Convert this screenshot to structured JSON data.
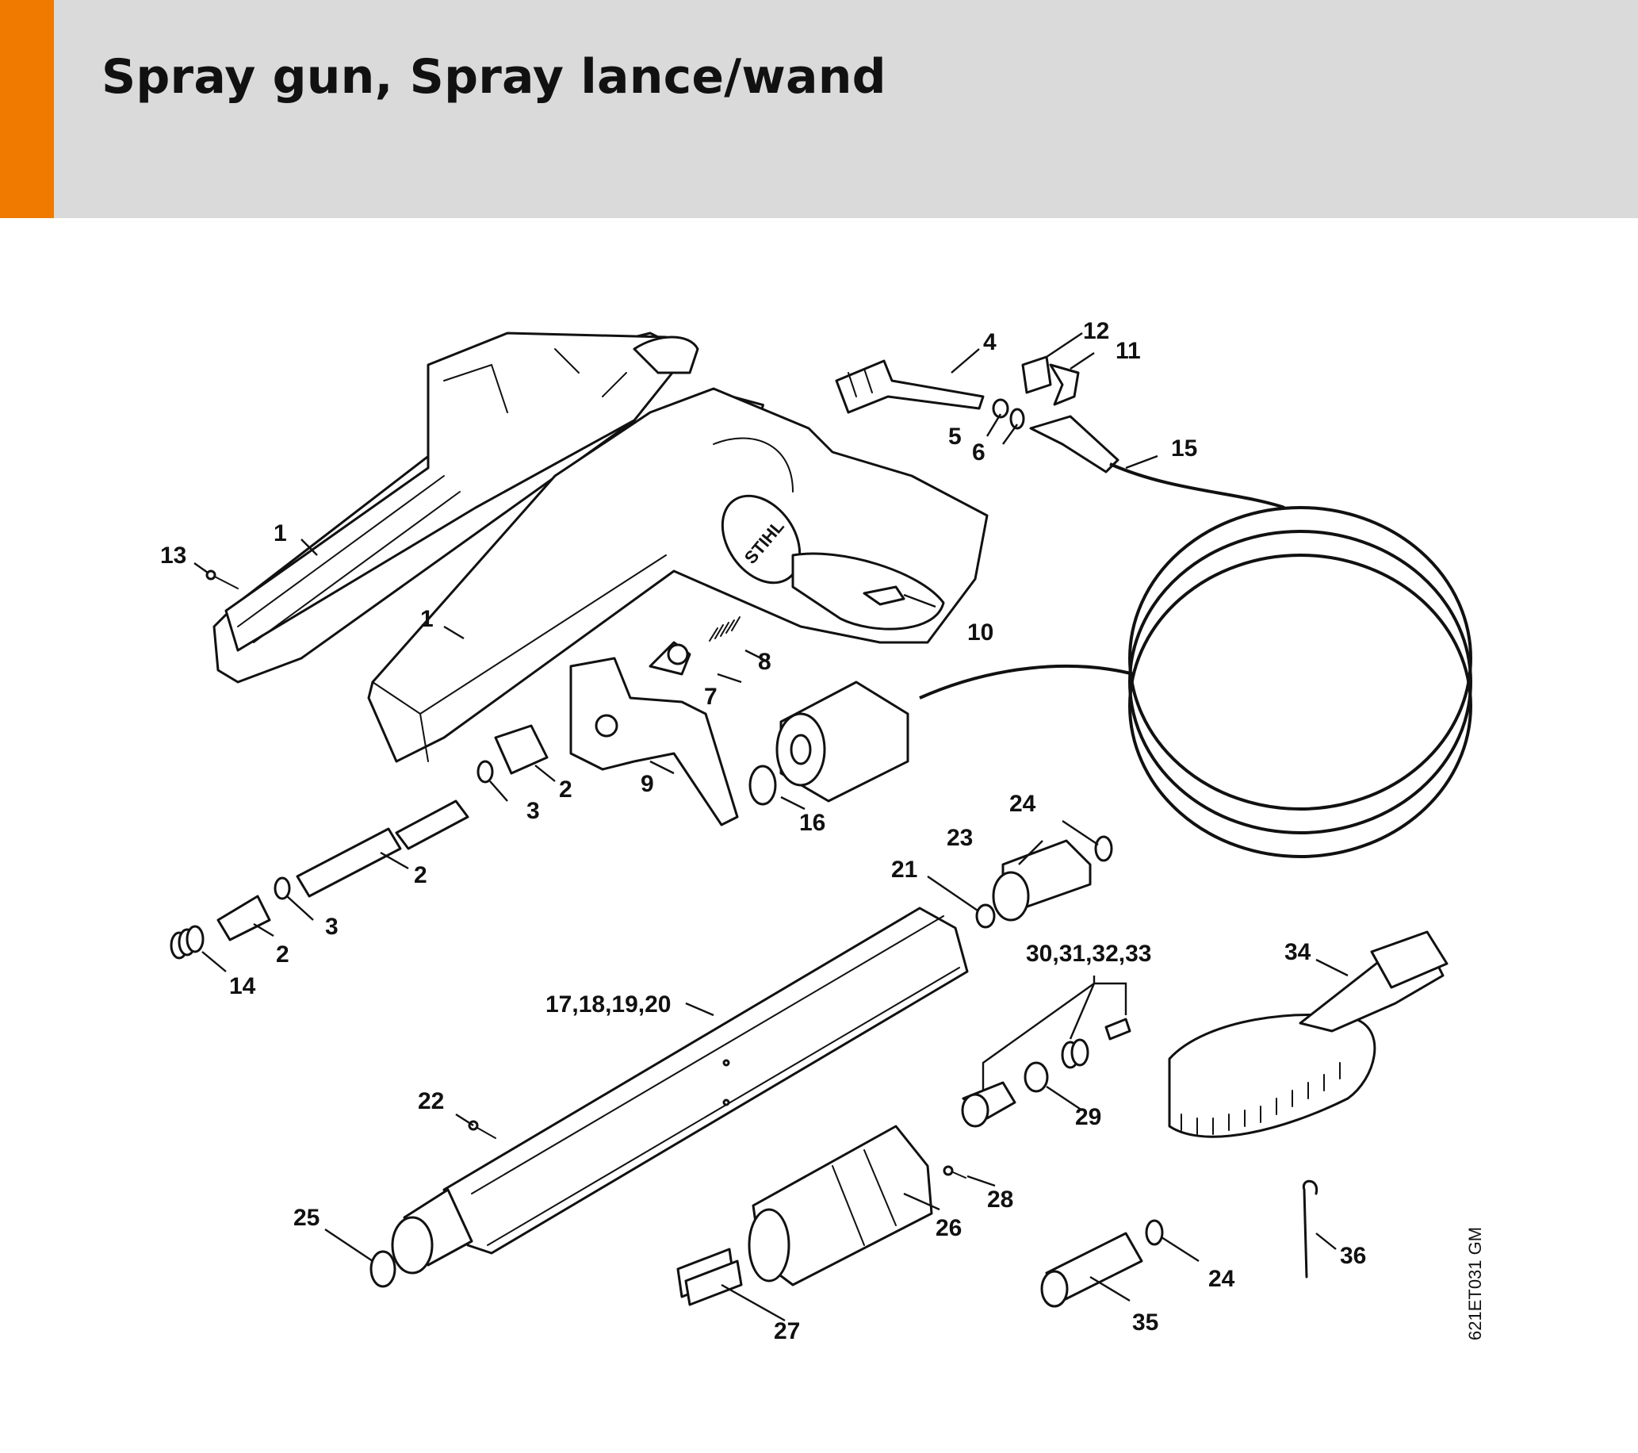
{
  "page": {
    "title": "Spray gun, Spray lance/wand",
    "drawing_code": "621ET031 GM",
    "colors": {
      "header_bg": "#dadada",
      "accent": "#f07a00",
      "ink": "#111111"
    }
  },
  "callouts": [
    {
      "id": "c1a",
      "label": "1"
    },
    {
      "id": "c1b",
      "label": "1"
    },
    {
      "id": "c2a",
      "label": "2"
    },
    {
      "id": "c2b",
      "label": "2"
    },
    {
      "id": "c2c",
      "label": "2"
    },
    {
      "id": "c3a",
      "label": "3"
    },
    {
      "id": "c3b",
      "label": "3"
    },
    {
      "id": "c4",
      "label": "4"
    },
    {
      "id": "c5",
      "label": "5"
    },
    {
      "id": "c6",
      "label": "6"
    },
    {
      "id": "c7",
      "label": "7"
    },
    {
      "id": "c8",
      "label": "8"
    },
    {
      "id": "c9",
      "label": "9"
    },
    {
      "id": "c10",
      "label": "10"
    },
    {
      "id": "c11",
      "label": "11"
    },
    {
      "id": "c12",
      "label": "12"
    },
    {
      "id": "c13",
      "label": "13"
    },
    {
      "id": "c14",
      "label": "14"
    },
    {
      "id": "c15",
      "label": "15"
    },
    {
      "id": "c16",
      "label": "16"
    },
    {
      "id": "c17",
      "label": "17,18,19,20"
    },
    {
      "id": "c21",
      "label": "21"
    },
    {
      "id": "c22",
      "label": "22"
    },
    {
      "id": "c23",
      "label": "23"
    },
    {
      "id": "c24a",
      "label": "24"
    },
    {
      "id": "c24b",
      "label": "24"
    },
    {
      "id": "c25",
      "label": "25"
    },
    {
      "id": "c26",
      "label": "26"
    },
    {
      "id": "c27",
      "label": "27"
    },
    {
      "id": "c28",
      "label": "28"
    },
    {
      "id": "c29",
      "label": "29"
    },
    {
      "id": "c30",
      "label": "30,31,32,33"
    },
    {
      "id": "c34",
      "label": "34"
    },
    {
      "id": "c35",
      "label": "35"
    },
    {
      "id": "c36",
      "label": "36"
    }
  ],
  "brand_mark": "STIHL"
}
